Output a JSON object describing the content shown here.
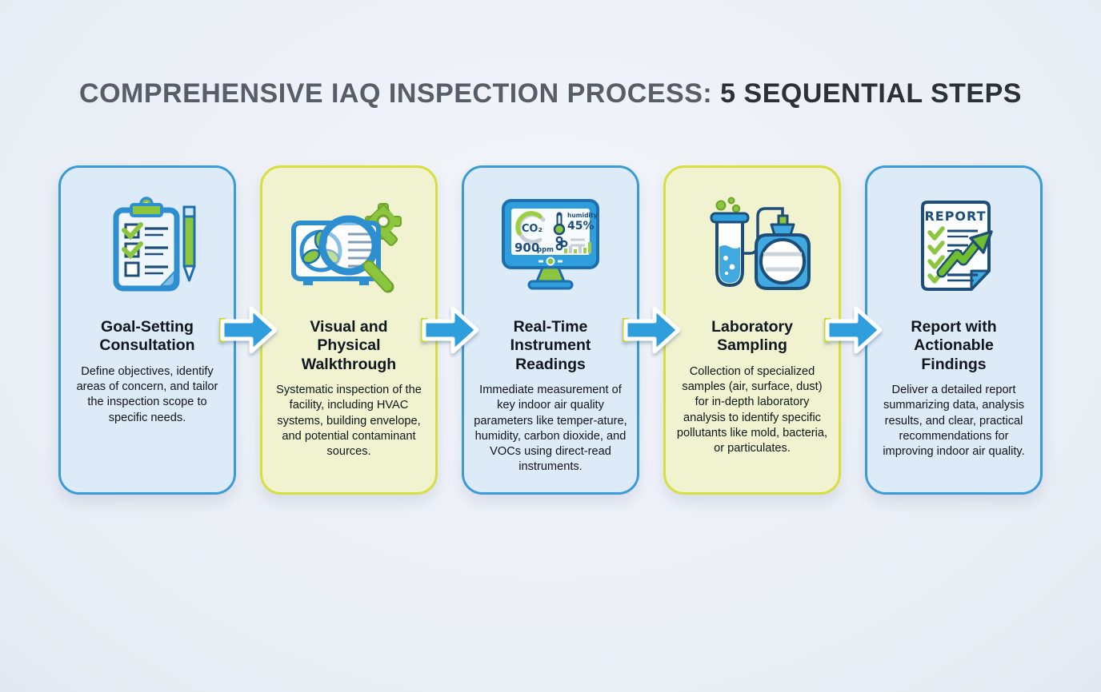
{
  "title": {
    "regular": "COMPREHENSIVE IAQ INSPECTION PROCESS: ",
    "bold": "5 SEQUENTIAL STEPS"
  },
  "colors": {
    "arrow_blue": "#2f9edc",
    "accent_green": "#8cc63e",
    "navy_outline": "#1d4e79",
    "blue_card_bg": "#dcebf7",
    "blue_card_border": "#3b9bd6",
    "yellow_card_bg": "#f1f3d0",
    "yellow_card_border": "#d6df3d"
  },
  "steps": [
    {
      "icon": "clipboard-checklist-icon",
      "theme": "blue",
      "title": "Goal-Setting\nConsultation",
      "description": "Define objectives, identify areas of concern, and tailor the inspection scope to specific needs."
    },
    {
      "icon": "hvac-inspection-icon",
      "theme": "yellow",
      "title": "Visual and\nPhysical\nWalkthrough",
      "description": "Systematic inspection of the facility, including HVAC systems, building envelope, and potential contaminant sources."
    },
    {
      "icon": "monitor-readings-icon",
      "theme": "blue",
      "title": "Real-Time\nInstrument\nReadings",
      "description": "Immediate measurement of key indoor air quality parameters like temper-ature, humidity, carbon dioxide, and VOCs using direct-read instruments.",
      "icon_text": {
        "co2_label": "CO₂",
        "co2_value": "900",
        "co2_unit": "ppm",
        "humidity_label": "humidity",
        "humidity_value": "45%"
      }
    },
    {
      "icon": "lab-sampling-icon",
      "theme": "yellow",
      "title": "Laboratory\nSampling",
      "description": "Collection of specialized samples (air, surface, dust) for in-depth laboratory analysis to identify specific pollutants like mold, bacteria, or particulates."
    },
    {
      "icon": "report-findings-icon",
      "theme": "blue",
      "title": "Report with\nActionable\nFindings",
      "description": "Deliver a detailed report summarizing data, analysis results, and clear, practical recommendations for improving indoor air quality.",
      "icon_text": {
        "header": "REPORT"
      }
    }
  ]
}
